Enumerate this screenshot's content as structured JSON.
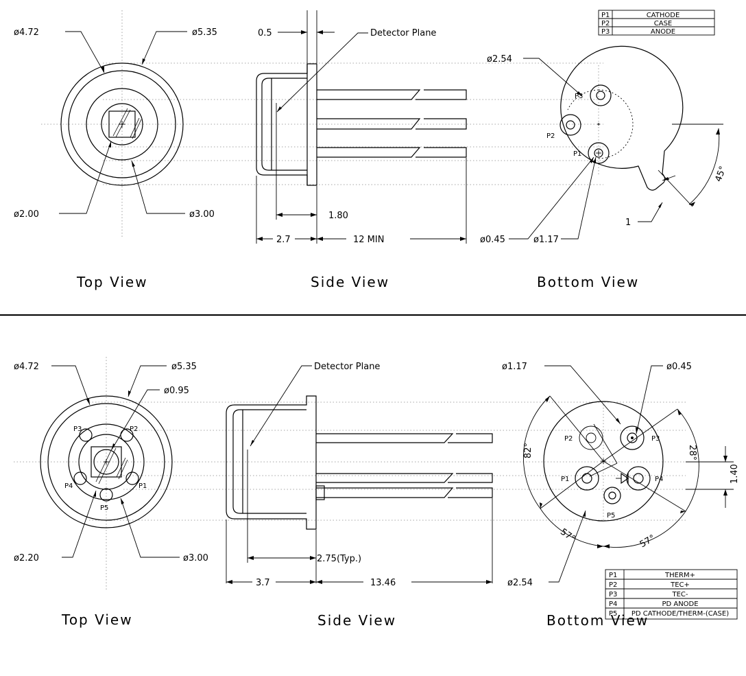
{
  "top": {
    "top_view": {
      "d_472": "ø4.72",
      "d_535": "ø5.35",
      "d_200": "ø2.00",
      "d_300": "ø3.00",
      "title": "Top View"
    },
    "side_view": {
      "d_05": "0.5",
      "detector_plane": "Detector Plane",
      "d_180": "1.80",
      "d_27": "2.7",
      "d_12min": "12 MIN",
      "title": "Side View"
    },
    "bottom_view": {
      "d_254": "ø2.54",
      "d_045": "ø0.45",
      "d_117": "ø1.17",
      "angle_45": "45°",
      "d_1": "1",
      "p1": "P1",
      "p2": "P2",
      "p3": "P3",
      "title": "Bottom View"
    },
    "pin_table": [
      {
        "pin": "P1",
        "function": "CATHODE"
      },
      {
        "pin": "P2",
        "function": "CASE"
      },
      {
        "pin": "P3",
        "function": "ANODE"
      }
    ]
  },
  "bottom": {
    "top_view": {
      "d_472": "ø4.72",
      "d_535": "ø5.35",
      "d_095": "ø0.95",
      "d_220": "ø2.20",
      "d_300": "ø3.00",
      "p1": "P1",
      "p2": "P2",
      "p3": "P3",
      "p4": "P4",
      "p5": "P5",
      "title": "Top View"
    },
    "side_view": {
      "detector_plane": "Detector Plane",
      "d_275": "2.75(Typ.)",
      "d_37": "3.7",
      "d_1346": "13.46",
      "title": "Side View"
    },
    "bottom_view": {
      "d_117": "ø1.17",
      "d_045": "ø0.45",
      "d_254": "ø2.54",
      "angle_82": "82°",
      "angle_28": "28°",
      "angle_57a": "57°",
      "angle_57b": "57°",
      "d_140": "1.40",
      "p1": "P1",
      "p2": "P2",
      "p3": "P3",
      "p4": "P4",
      "p5": "P5",
      "title": "Bottom View"
    },
    "pin_table": [
      {
        "pin": "P1",
        "function": "THERM+"
      },
      {
        "pin": "P2",
        "function": "TEC+"
      },
      {
        "pin": "P3",
        "function": "TEC-"
      },
      {
        "pin": "P4",
        "function": "PD ANODE"
      },
      {
        "pin": "P5",
        "function": "PD CATHODE/THERM-(CASE)"
      }
    ]
  }
}
